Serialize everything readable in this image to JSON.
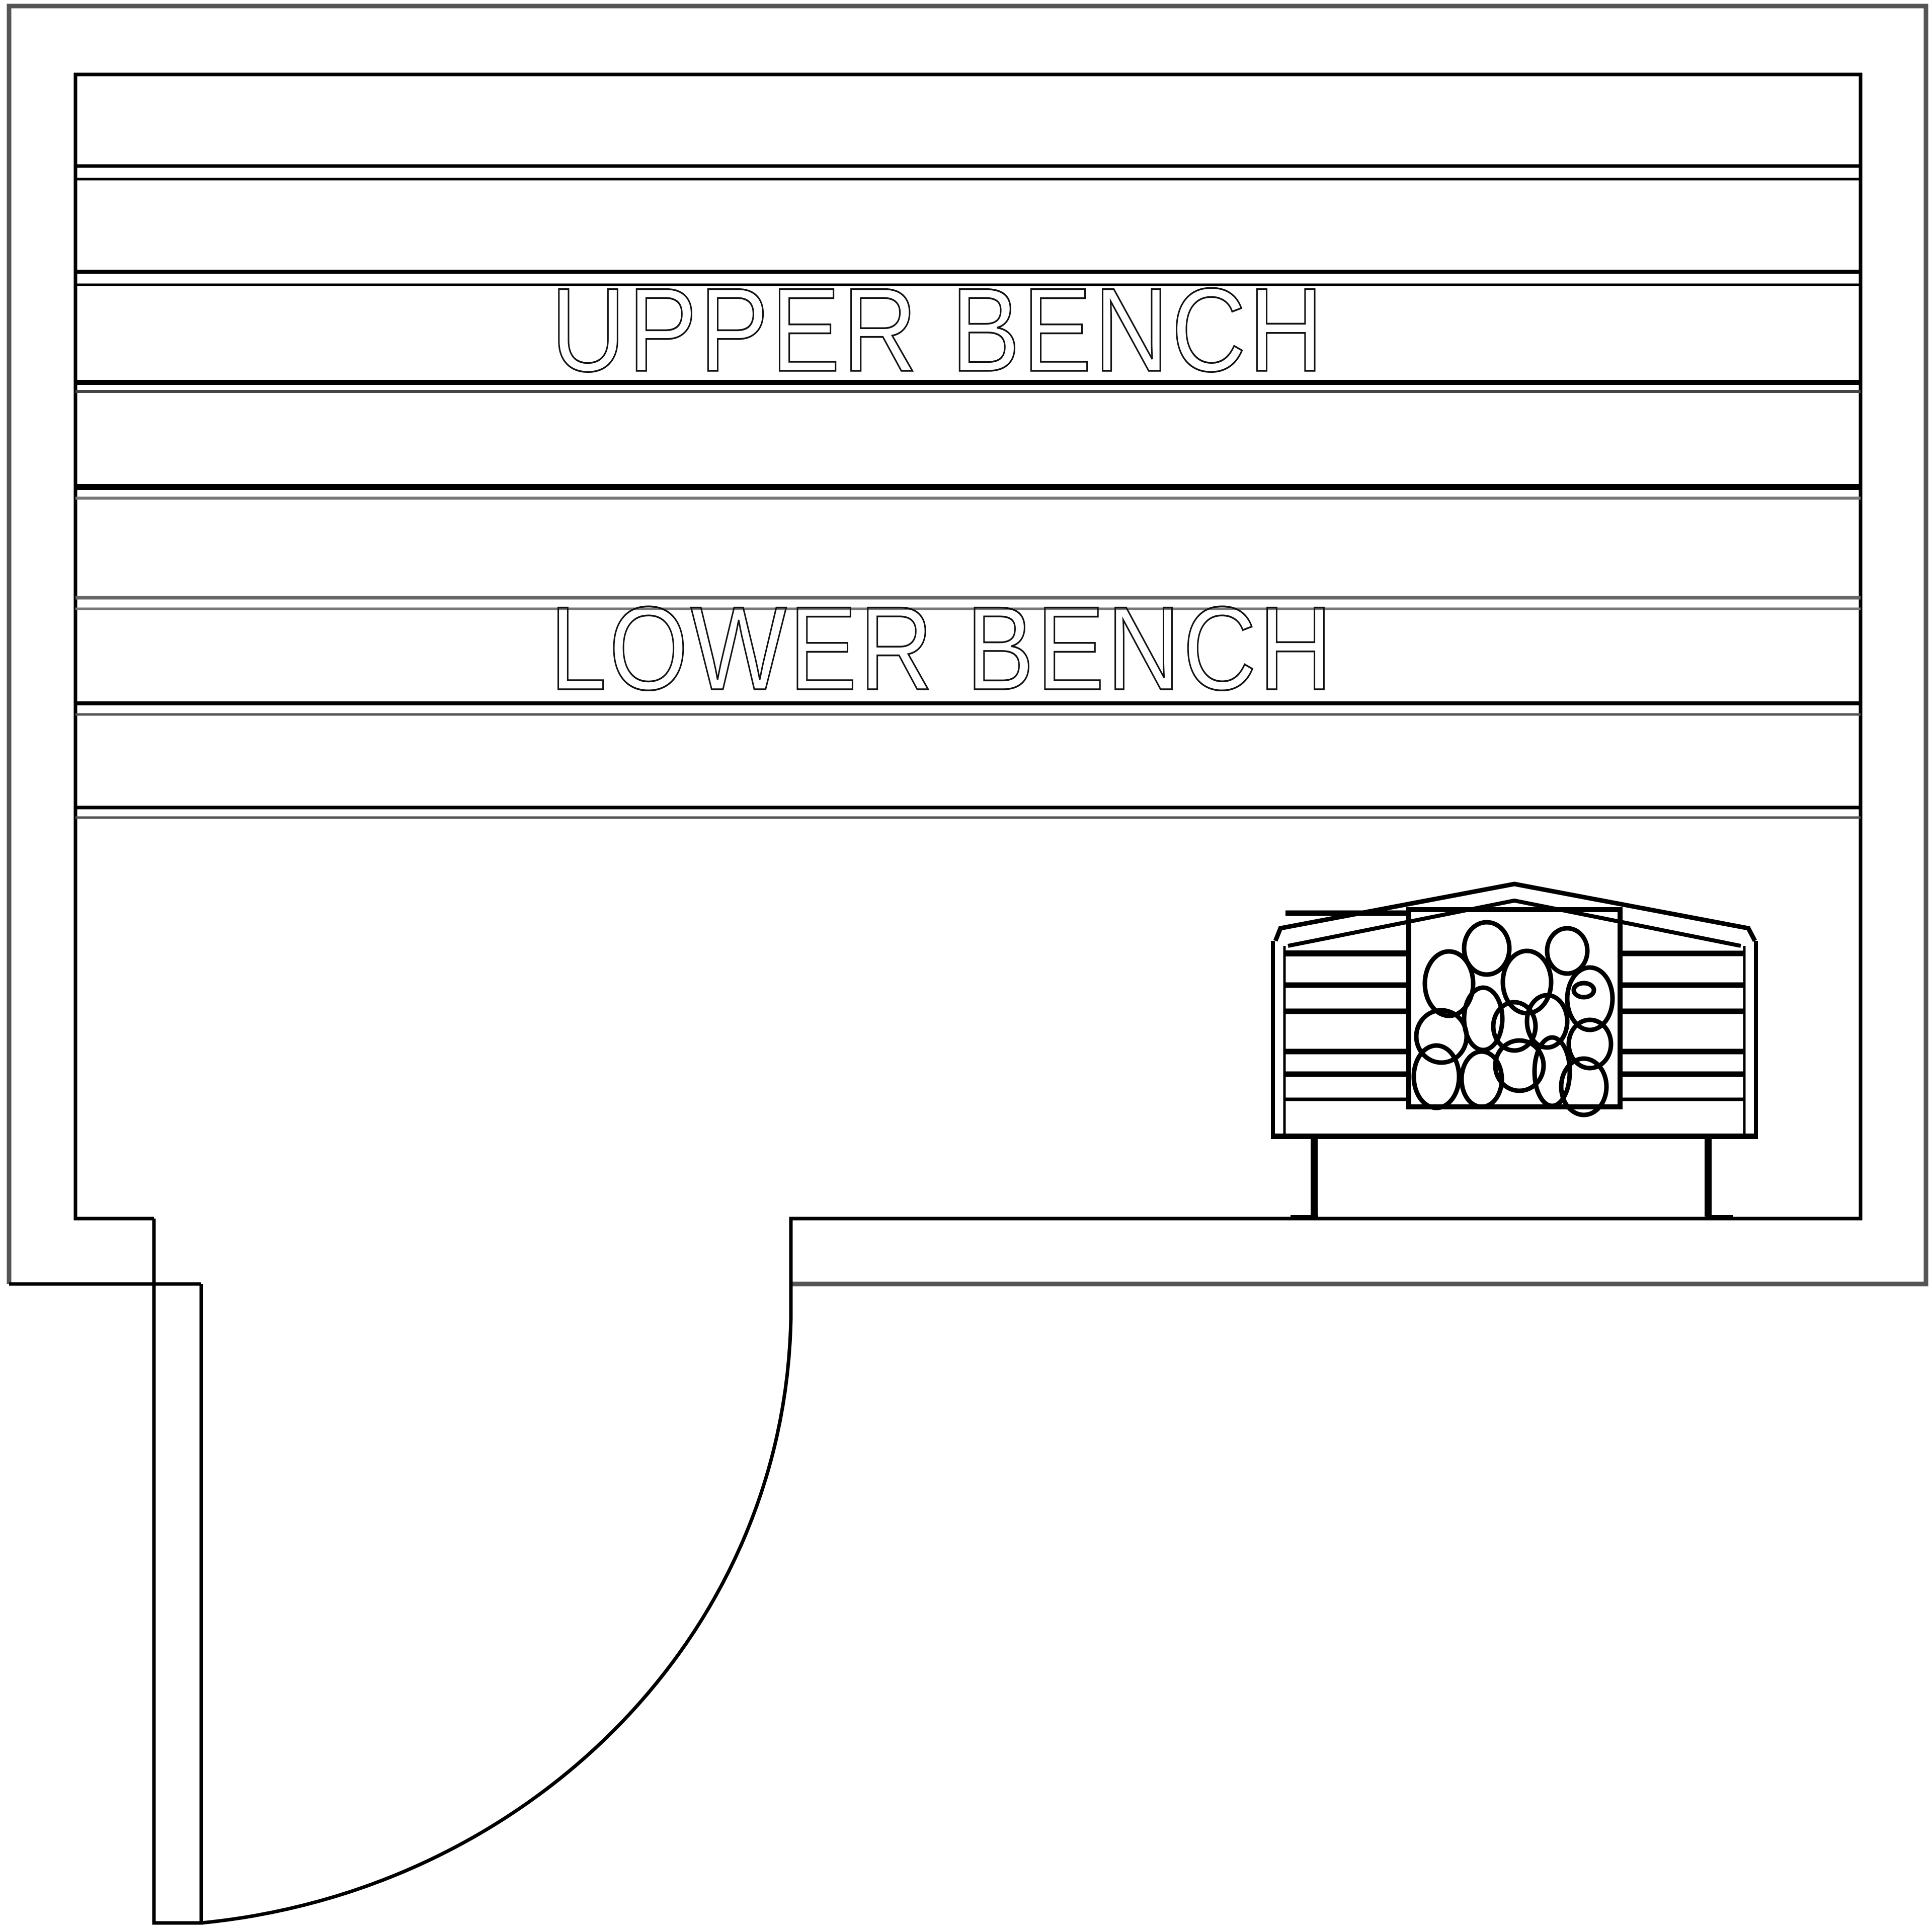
{
  "diagram": {
    "type": "sauna-floor-plan",
    "colors": {
      "line": "#000000",
      "background": "#ffffff",
      "outer_wall": "#5a5a5a"
    },
    "labels": {
      "upper_bench": "UPPER  BENCH",
      "lower_bench": "LOWER  BENCH"
    },
    "components": [
      {
        "name": "outer-wall"
      },
      {
        "name": "inner-wall"
      },
      {
        "name": "upper-bench",
        "slats": 3
      },
      {
        "name": "lower-bench",
        "slats": 3
      },
      {
        "name": "heater",
        "stones": 16
      },
      {
        "name": "door",
        "swing": "inward-arc"
      }
    ]
  }
}
